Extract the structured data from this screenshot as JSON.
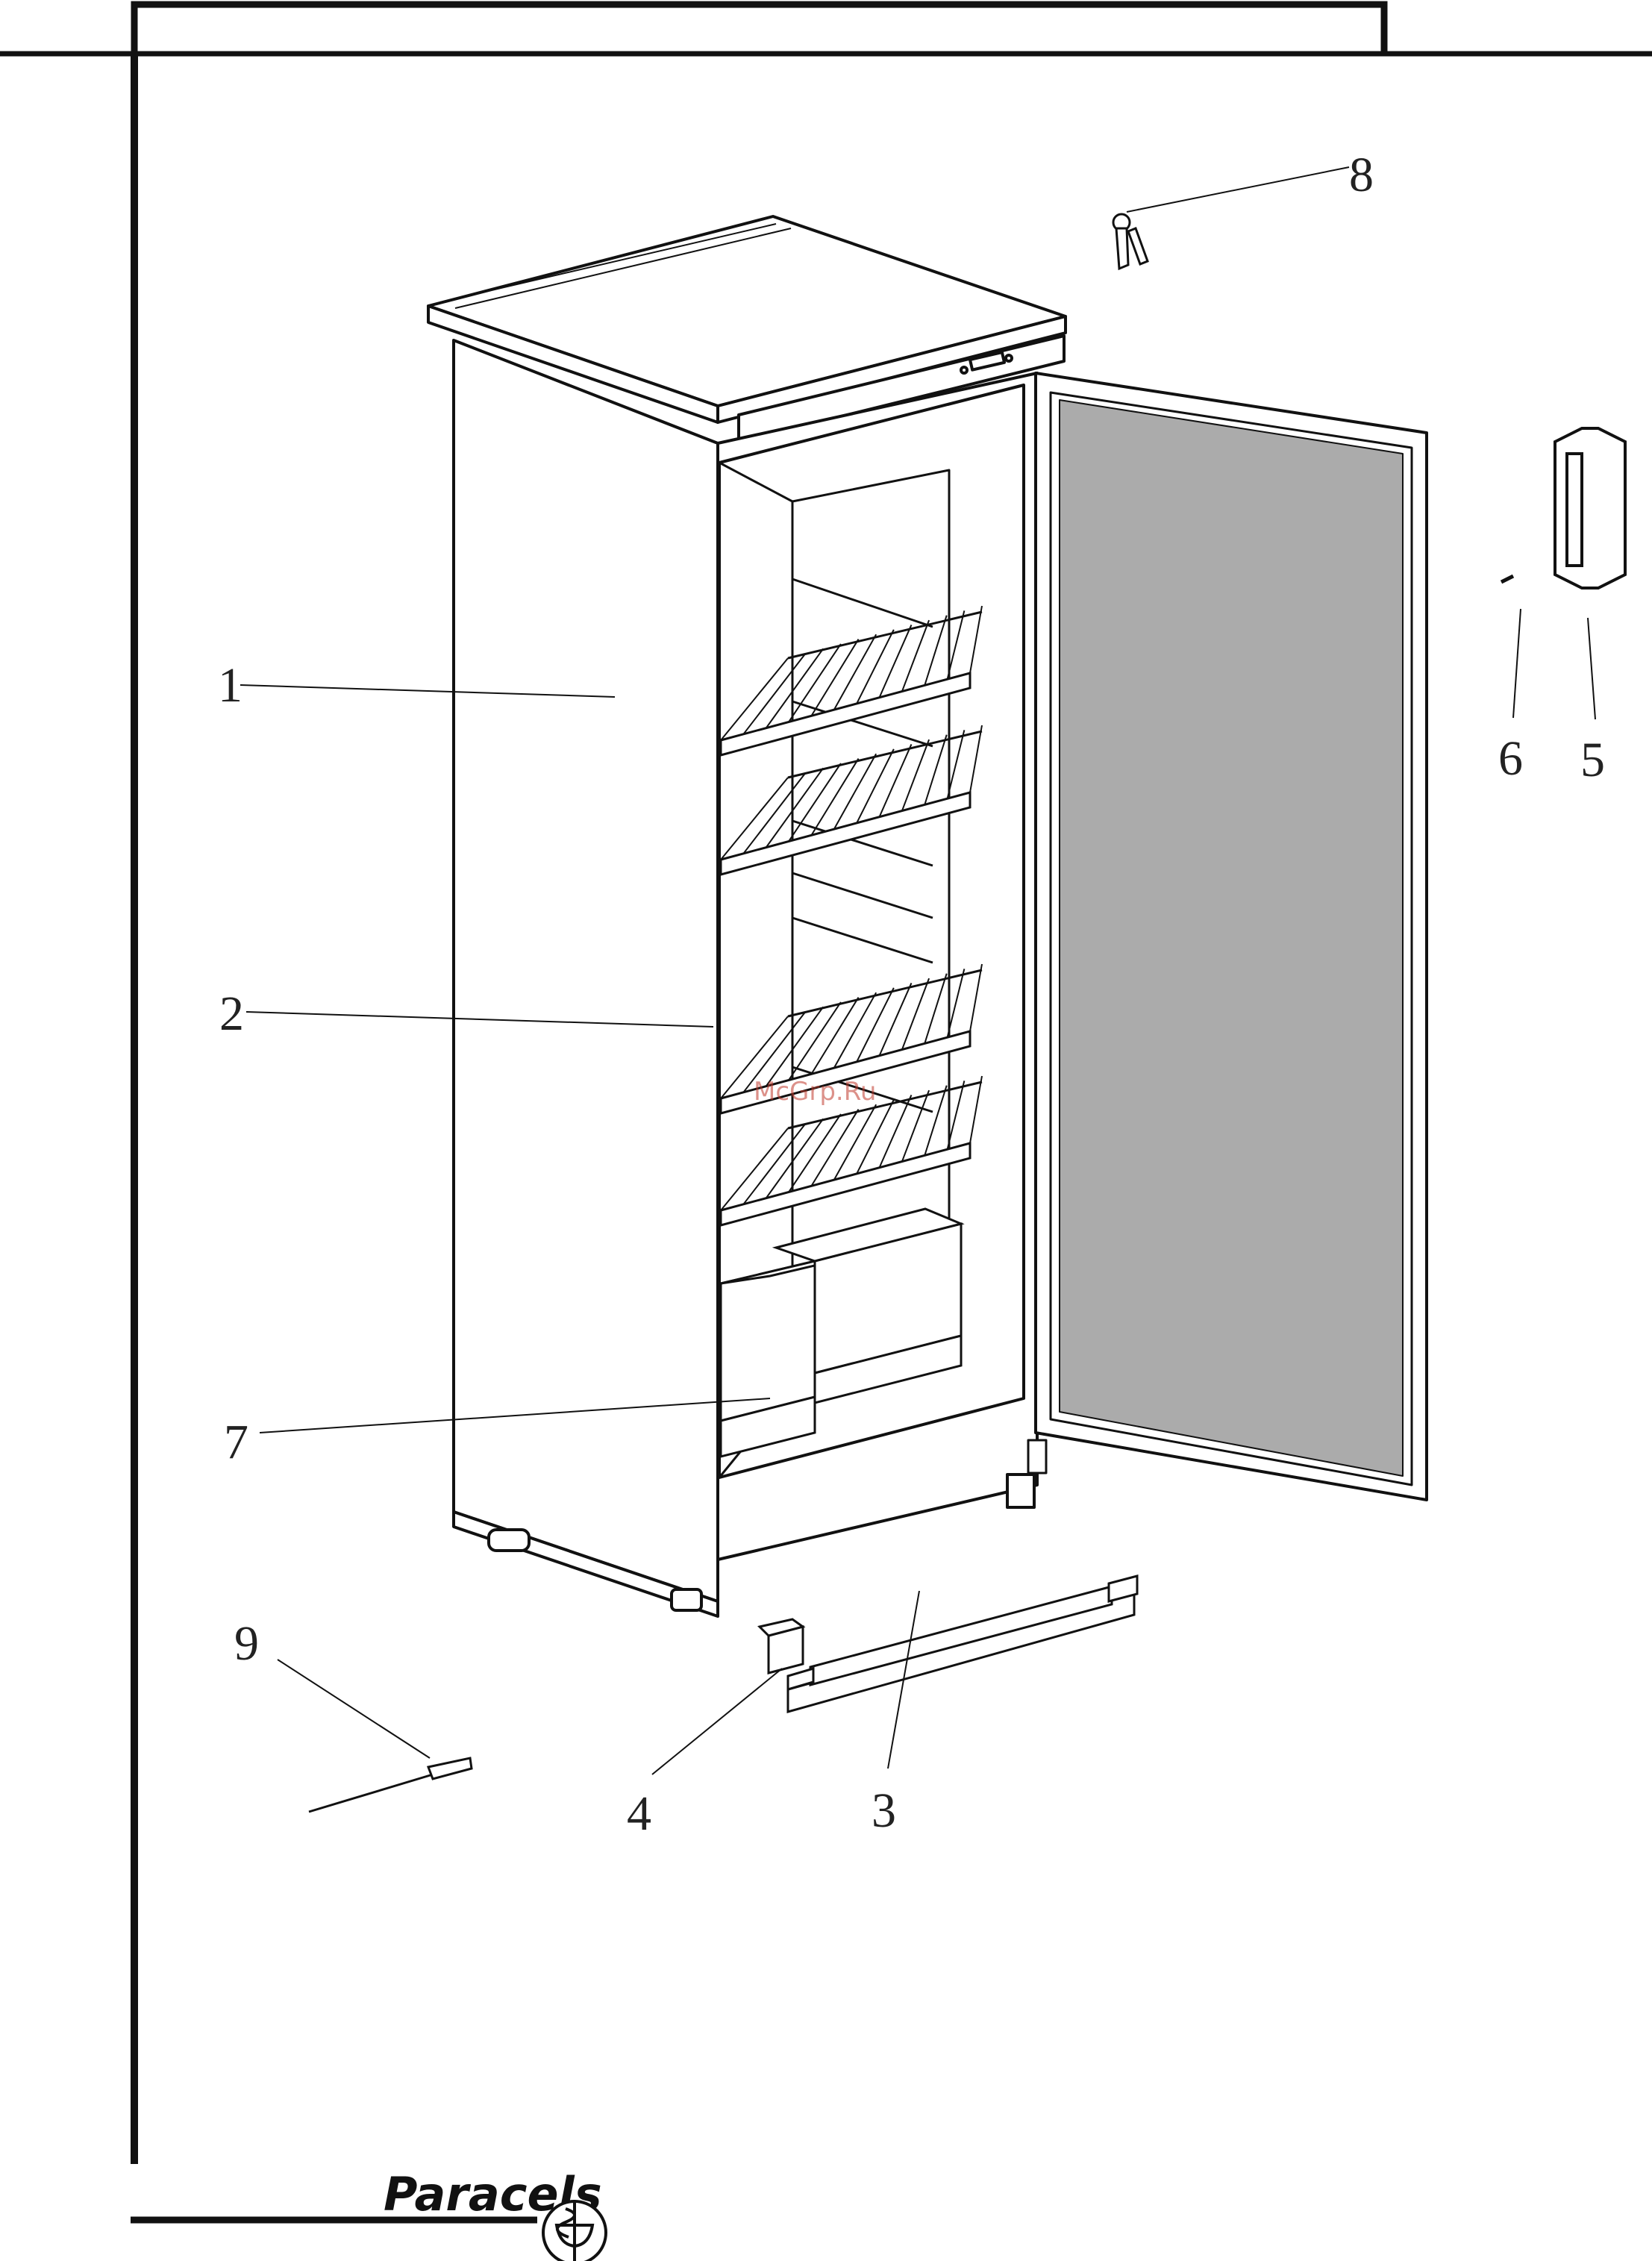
{
  "diagram": {
    "callouts": [
      {
        "id": "1",
        "label": "1"
      },
      {
        "id": "2",
        "label": "2"
      },
      {
        "id": "3",
        "label": "3"
      },
      {
        "id": "4",
        "label": "4"
      },
      {
        "id": "5",
        "label": "5"
      },
      {
        "id": "6",
        "label": "6"
      },
      {
        "id": "7",
        "label": "7"
      },
      {
        "id": "8",
        "label": "8"
      },
      {
        "id": "9",
        "label": "9"
      }
    ],
    "watermark": "McGrp.Ru"
  },
  "footer": {
    "brand_name": "Paracels",
    "brand_logo_icon": "caduceus-bowl-icon"
  },
  "colors": {
    "line": "#111111",
    "door_panel": "#ababab",
    "watermark": "#c0392b"
  }
}
